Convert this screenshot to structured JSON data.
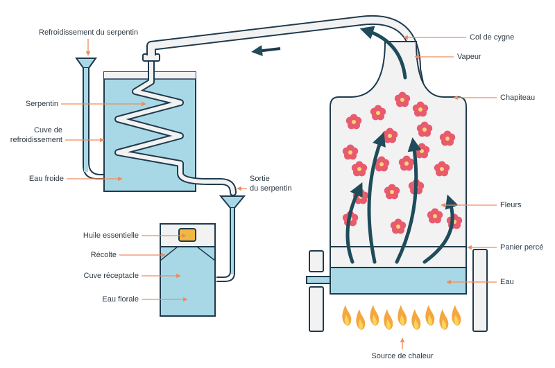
{
  "diagram": {
    "labels": {
      "refroidissement_serpentin": "Refroidissement du serpentin",
      "serpentin": "Serpentin",
      "cuve_refroidissement_1": "Cuve de",
      "cuve_refroidissement_2": "refroidissement",
      "eau_froide": "Eau froide",
      "sortie_serpentin_1": "Sortie",
      "sortie_serpentin_2": "du serpentin",
      "huile_essentielle": "Huile essentielle",
      "recolte": "Récolte",
      "cuve_receptacle": "Cuve réceptacle",
      "eau_florale": "Eau florale",
      "col_de_cygne": "Col de cygne",
      "vapeur": "Vapeur",
      "chapiteau": "Chapiteau",
      "fleurs": "Fleurs",
      "panier_perce": "Panier percé",
      "eau": "Eau",
      "source_de_chaleur": "Source de chaleur"
    },
    "colors": {
      "outline": "#1f3a4d",
      "water": "#a8d8e6",
      "glass": "#f2f2f2",
      "flower": "#e85a6e",
      "flower_center": "#f5d76e",
      "arrow": "#f08a5d",
      "flame": "#f4a640",
      "flame_inner": "#f9d65c",
      "oil": "#f0b840",
      "steam_arrow": "#1f4b5a"
    },
    "icons": [
      "flower-icon",
      "flame-icon",
      "steam-arrow-icon",
      "pointer-arrow-icon"
    ]
  }
}
